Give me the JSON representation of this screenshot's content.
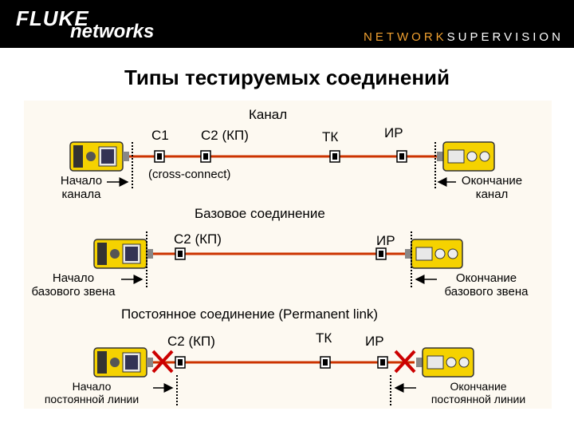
{
  "header": {
    "brand_top": "FLUKE",
    "brand_bottom": "networks",
    "tagline_a": "NETWORK",
    "tagline_b": "SUPERVISION"
  },
  "title": "Типы тестируемых соединений",
  "channel": {
    "heading": "Канал",
    "c1": "C1",
    "c2": "C2 (КП)",
    "tk": "ТК",
    "ir": "ИР",
    "cross_connect": "(cross-connect)",
    "start_line1": "Начало",
    "start_line2": "канала",
    "end_line1": "Окончание",
    "end_line2": "канал"
  },
  "basic": {
    "heading": "Базовое соединение",
    "c2": "C2 (КП)",
    "ir": "ИР",
    "start_line1": "Начало",
    "start_line2": "базового звена",
    "end_line1": "Окончание",
    "end_line2": "базового звена"
  },
  "permanent": {
    "heading": "Постоянное соединение (Permanent link)",
    "c2": "C2 (КП)",
    "tk": "ТК",
    "ir": "ИР",
    "start_line1": "Начало",
    "start_line2": "постоянной линии",
    "end_line1": "Окончание",
    "end_line2": "постоянной линии"
  },
  "colors": {
    "cable": "#cc3300",
    "device_body": "#f5d200",
    "cross": "#cc0000"
  }
}
